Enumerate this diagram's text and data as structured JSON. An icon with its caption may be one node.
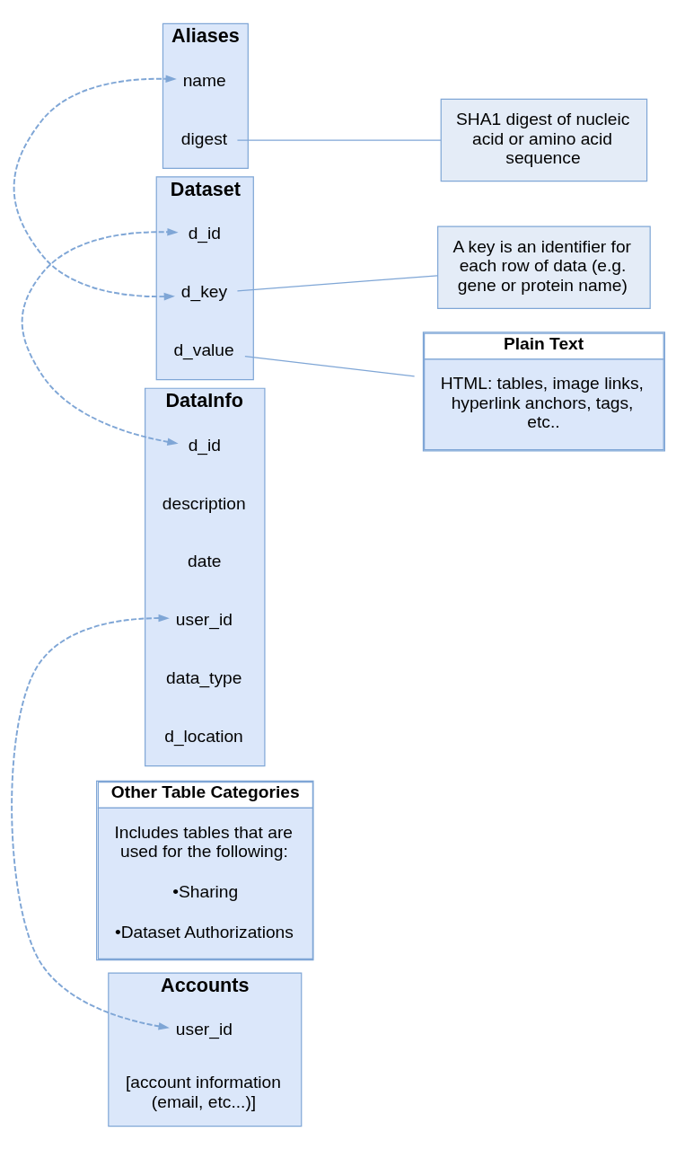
{
  "diagram": {
    "nodes": [
      {
        "text": [
          "Accounts"
        ]
      },
      {
        "text": [
          "user_id"
        ],
        "in": 0
      },
      {
        "text": [
          "[account information (email, etc...)]"
        ],
        "in": 0
      },
      {
        "text": [
          "Other Table Categories",
          "Includes tables that are used for the following:",
          "•Sharing",
          "•Dataset Authorizations"
        ]
      },
      {
        "text": [
          "DataInfo"
        ]
      },
      {
        "text": [
          "d_id"
        ],
        "in": 4
      },
      {
        "text": [
          "description"
        ],
        "in": 4
      },
      {
        "text": [
          "date"
        ],
        "in": 4
      },
      {
        "text": [
          "user_id"
        ],
        "in": 4
      },
      {
        "text": [
          "data_type"
        ],
        "in": 4
      },
      {
        "text": [
          "d_location"
        ],
        "in": 4
      },
      {
        "text": [
          "A key is an identifier for each row of data (e.g. gene or protein name)"
        ]
      },
      {
        "text": [
          "Dataset"
        ]
      },
      {
        "text": [
          "d_id"
        ],
        "in": 12
      },
      {
        "text": [
          "d_key"
        ],
        "in": 12
      },
      {
        "text": [
          "d_value"
        ],
        "in": 12
      },
      {
        "text": [
          "Plain Text",
          "HTML: tables, image links, hyperlink anchors, tags, etc.."
        ]
      },
      {
        "text": [
          "Aliases"
        ]
      },
      {
        "text": [
          "name"
        ],
        "in": 17
      },
      {
        "text": [
          "digest"
        ],
        "in": 17
      },
      {
        "text": [
          "SHA1 digest of nucleic acid or amino acid sequence"
        ]
      }
    ],
    "edges": [
      {
        "from": 1,
        "to": 8,
        "arrow": "both",
        "style": "dashed"
      },
      {
        "from": 5,
        "to": 13,
        "arrow": "both",
        "style": "dashed"
      },
      {
        "from": 14,
        "to": 18,
        "arrow": "both",
        "style": "dashed"
      },
      {
        "from": 14,
        "to": 11,
        "arrow": "none"
      },
      {
        "from": 15,
        "to": 16,
        "arrow": "none"
      },
      {
        "from": 19,
        "to": 20,
        "arrow": "none"
      }
    ]
  }
}
